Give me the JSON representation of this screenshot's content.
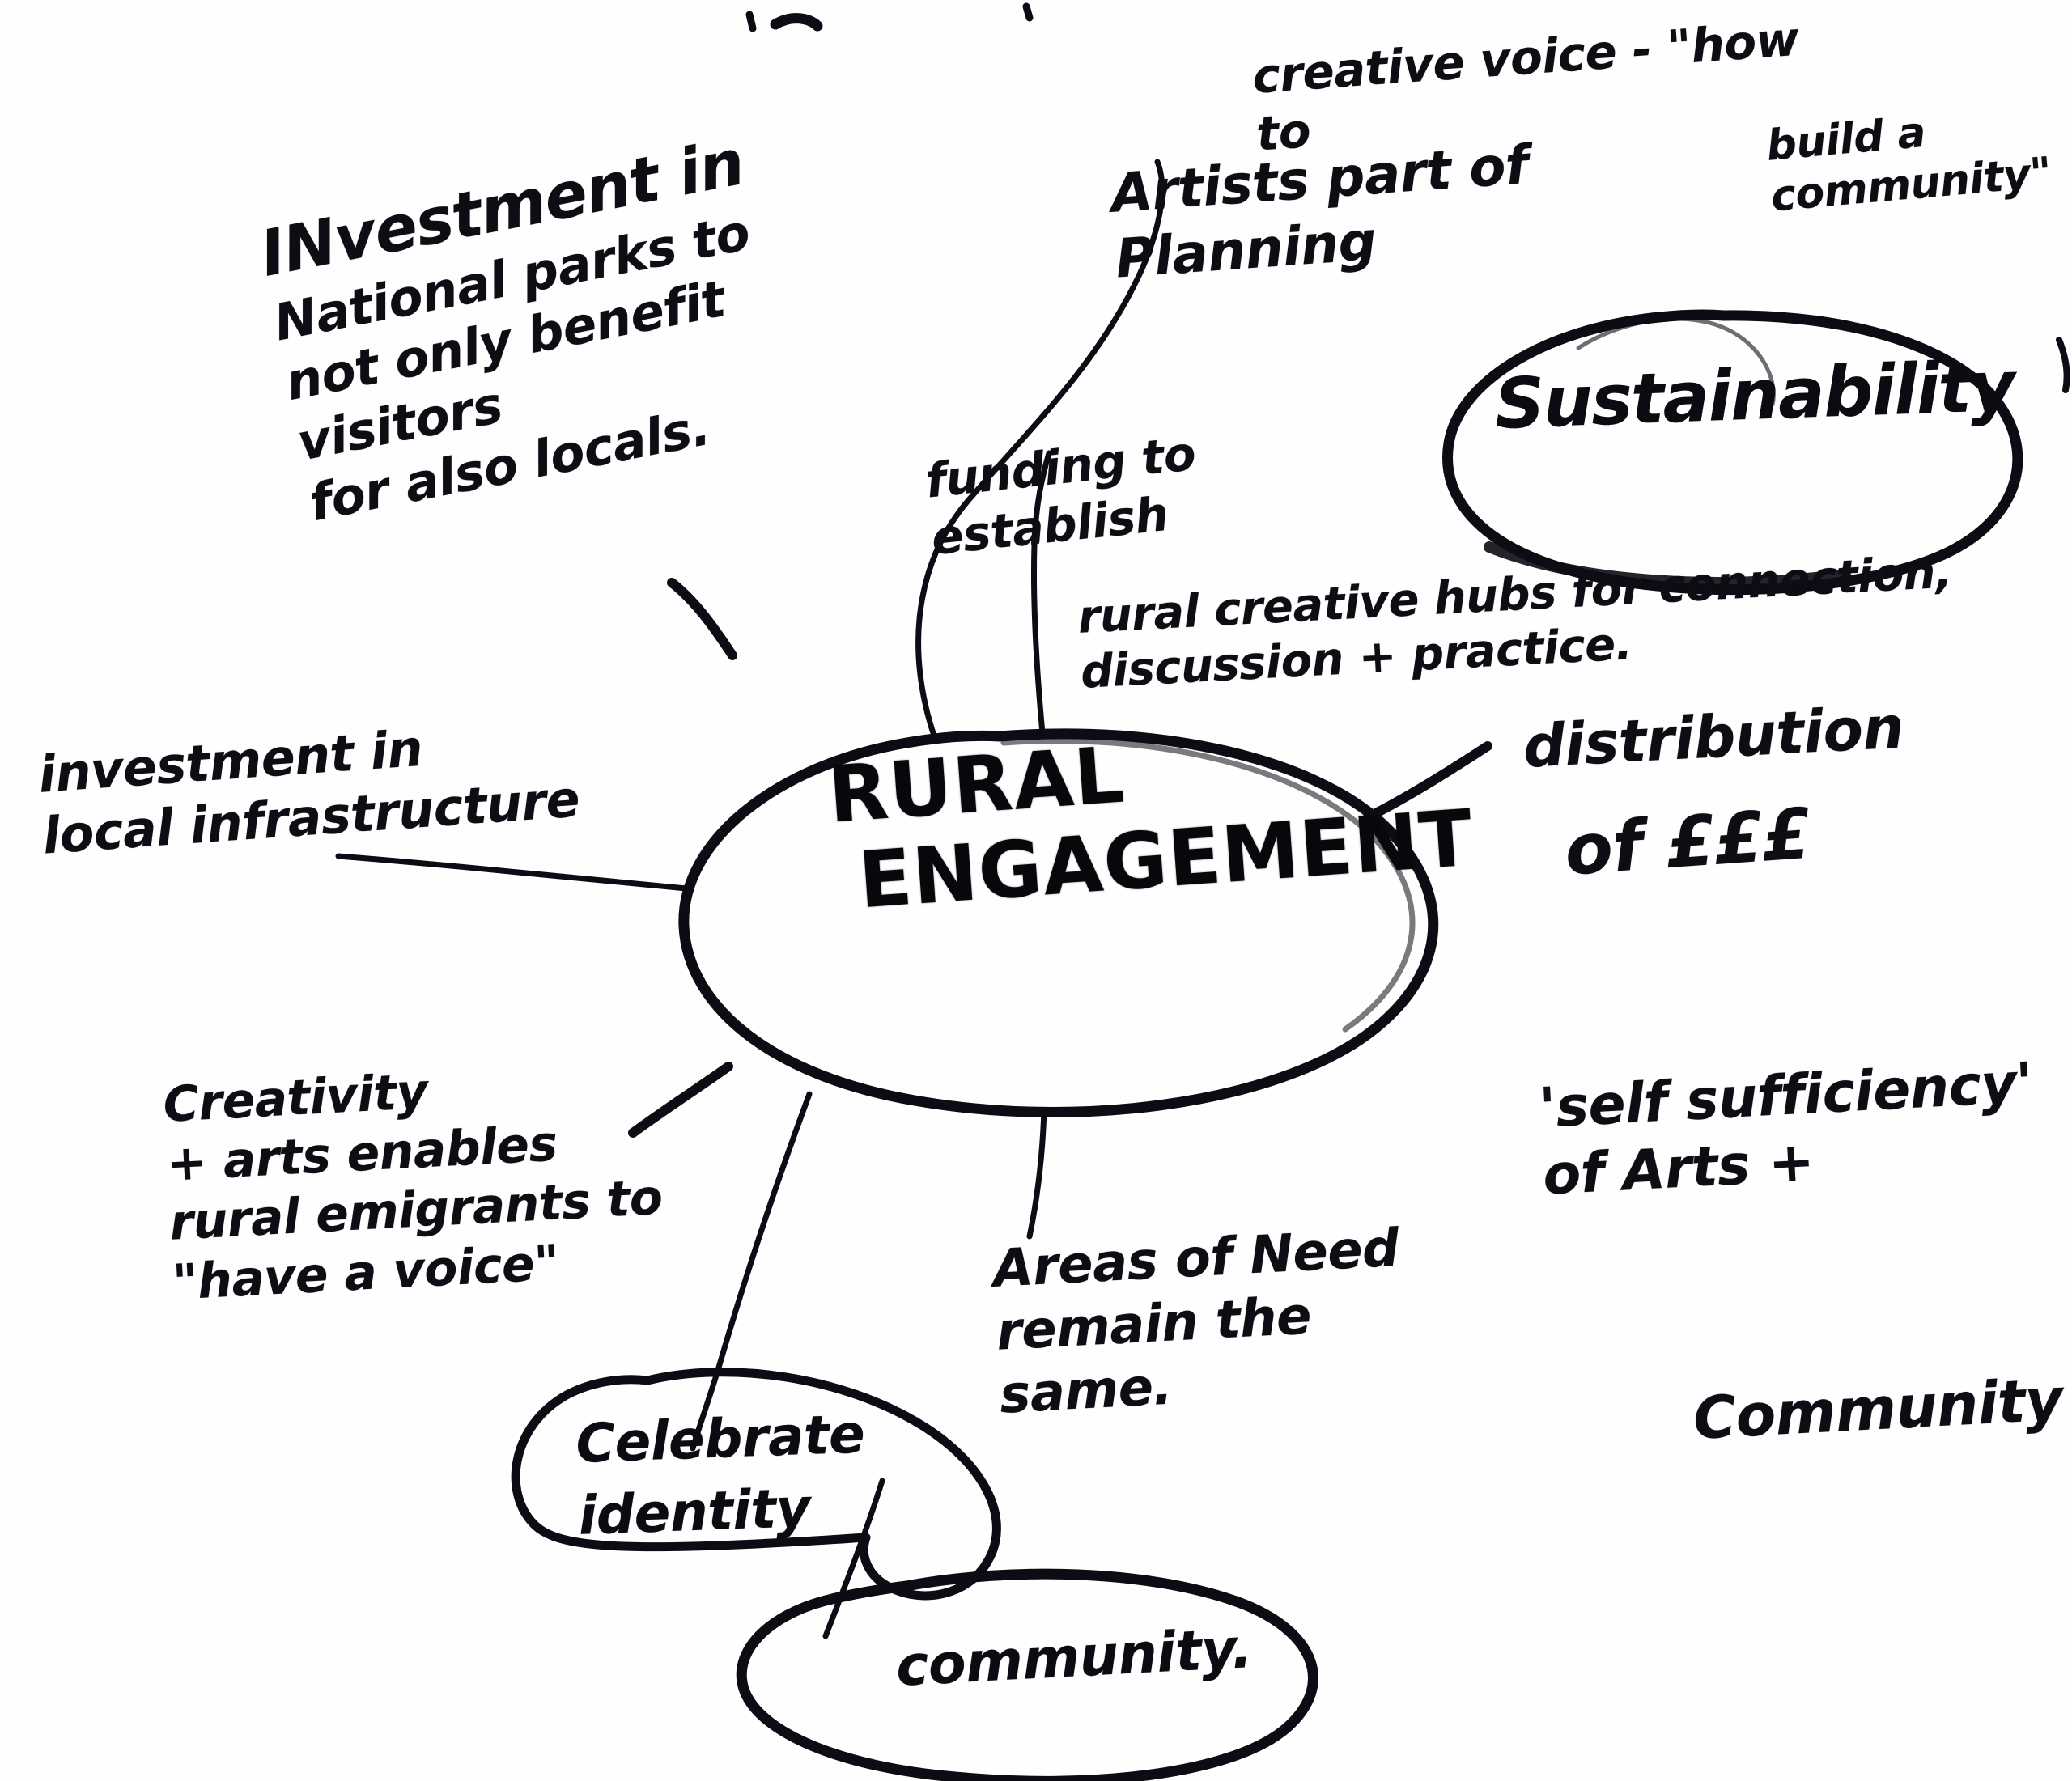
{
  "diagram": {
    "type": "hand-drawn mind map",
    "medium": "black marker on white paper",
    "center": {
      "line1": "RURAL",
      "line2": "ENGAGEMENT"
    },
    "bubbles": [
      {
        "id": "sustainability",
        "text": "Sustainability"
      },
      {
        "id": "celebrate-identity",
        "text": "Celebrate\nidentity"
      },
      {
        "id": "community",
        "text": "community."
      }
    ],
    "branches": [
      {
        "id": "investment-national-parks",
        "lead": "INvestment in",
        "text": "National parks to\nnot only benefit visitors\nfor also locals."
      },
      {
        "id": "creative-voice",
        "text": "creative voice - \"how to"
      },
      {
        "id": "build-a-community",
        "text": "build a\ncommunity\""
      },
      {
        "id": "artists-part-of-planning",
        "text": "Artists part of Planning"
      },
      {
        "id": "funding-establish",
        "text": "funding to\nestablish"
      },
      {
        "id": "rural-creative-hubs",
        "text": "rural creative hubs for connection,\ndiscussion + practice."
      },
      {
        "id": "distribution",
        "text": "distribution"
      },
      {
        "id": "money",
        "text": "of £££"
      },
      {
        "id": "investment-local-infrastructure",
        "text": "investment in\nlocal infrastructure"
      },
      {
        "id": "creativity-arts",
        "text": "Creativity\n+ arts enables\nrural emigrants to\n\"have a voice\""
      },
      {
        "id": "areas-of-need",
        "text": "Areas of Need\nremain the\nsame."
      },
      {
        "id": "self-sufficiency",
        "text": "'self sufficiency'\nof Arts +"
      },
      {
        "id": "community-right",
        "text": "Community"
      }
    ],
    "colors": {
      "ink": "#0c0c14",
      "paper": "#fefefe"
    }
  }
}
